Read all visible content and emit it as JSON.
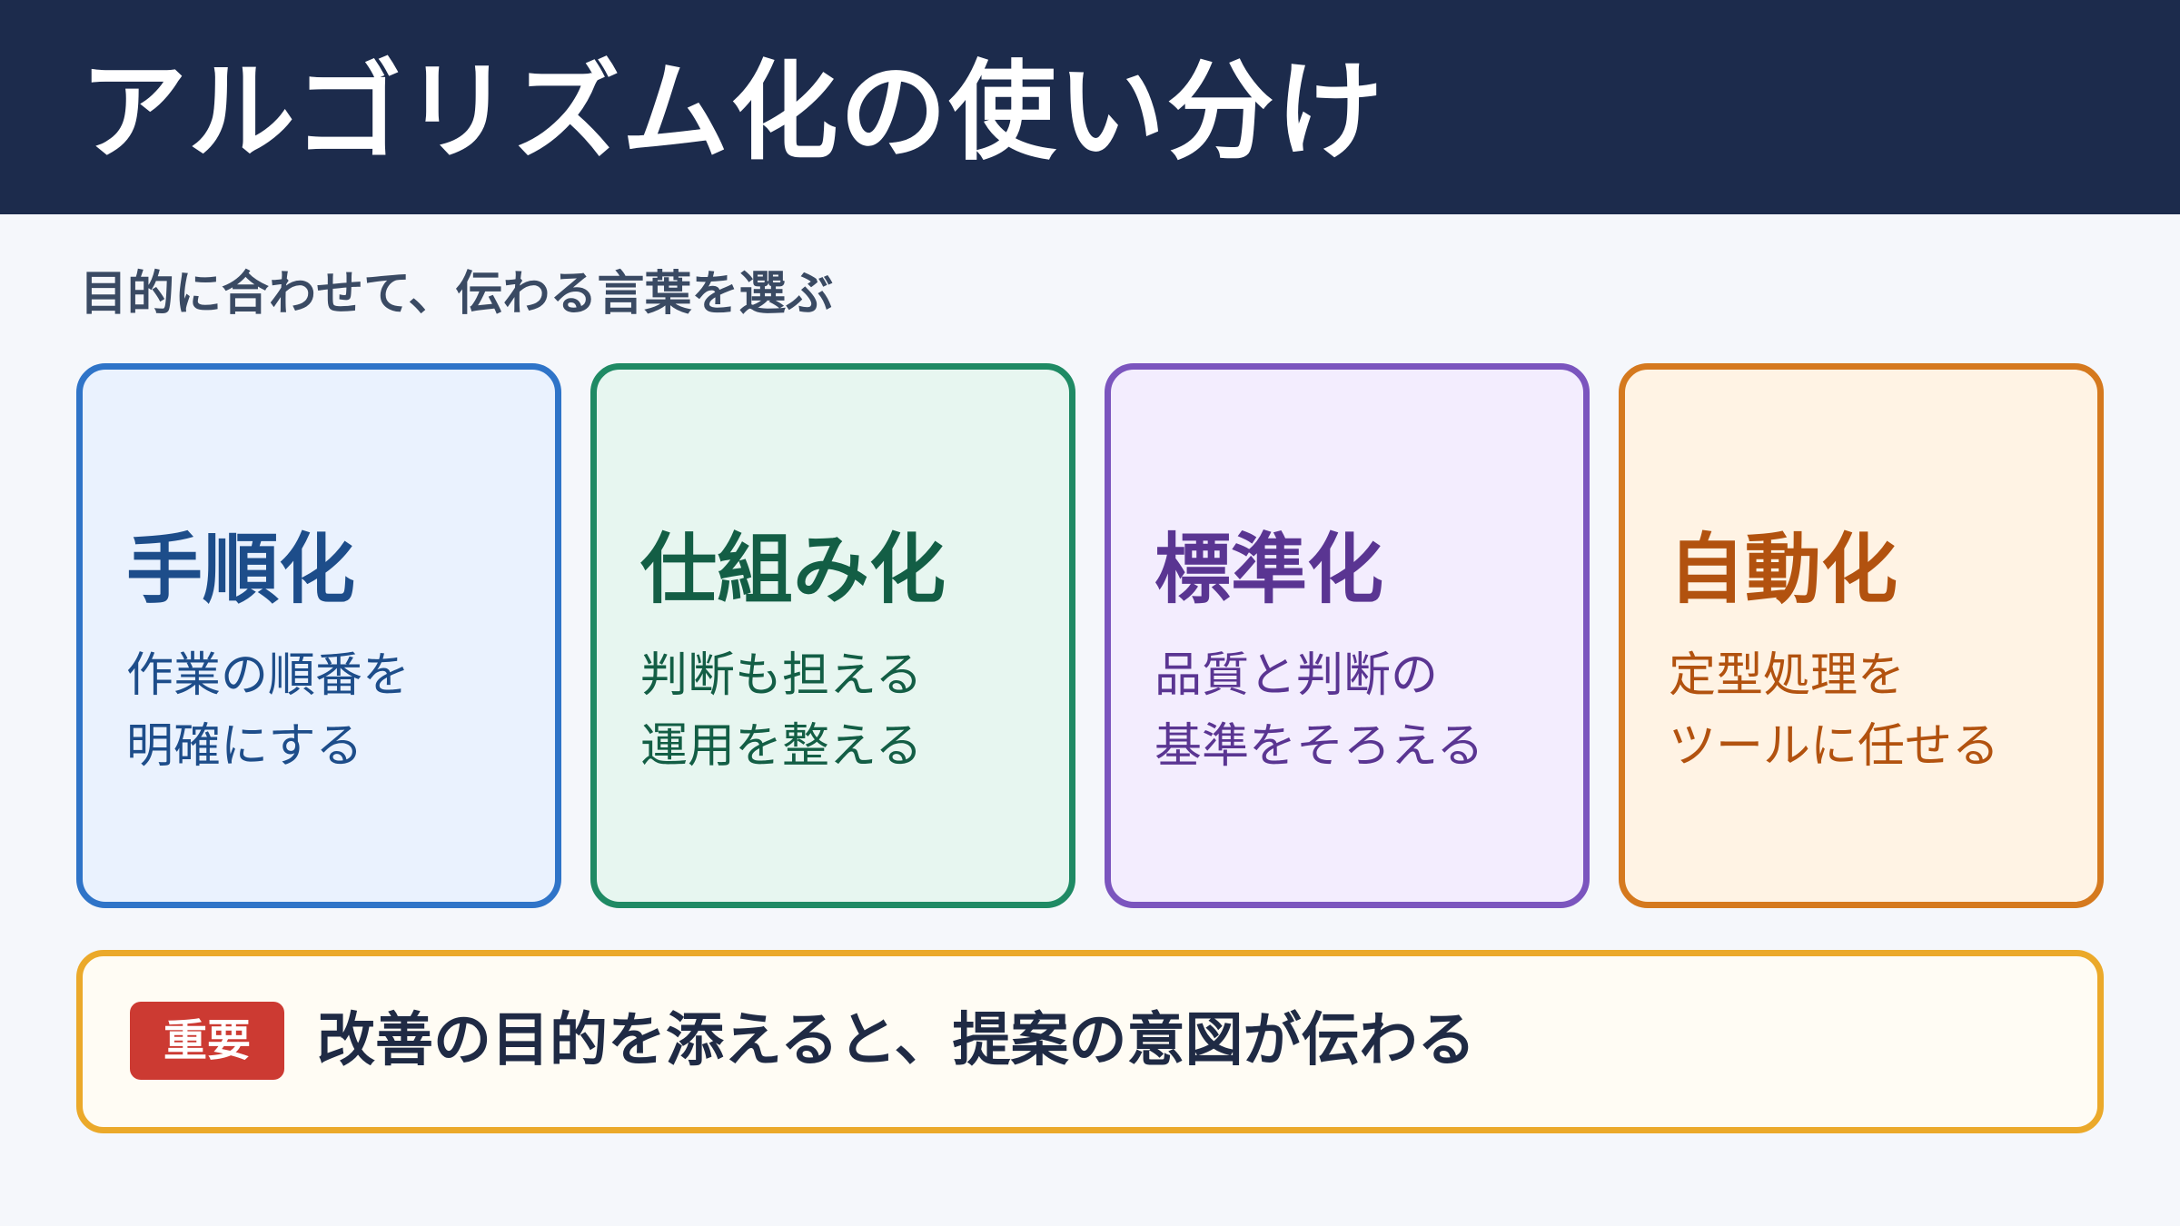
{
  "header": {
    "title": "アルゴリズム化の使い分け"
  },
  "subtitle": "目的に合わせて、伝わる言葉を選ぶ",
  "cards": [
    {
      "title": "手順化",
      "desc_lines": [
        "作業の順番を",
        "明確にする"
      ],
      "border": "#2f74c8",
      "bg": "#eaf2fe",
      "title_color": "#1d4d8a",
      "text_color": "#1d4d8a"
    },
    {
      "title": "仕組み化",
      "desc_lines": [
        "判断も担える",
        "運用を整える"
      ],
      "border": "#1f8a64",
      "bg": "#e7f6f0",
      "title_color": "#135e45",
      "text_color": "#135e45"
    },
    {
      "title": "標準化",
      "desc_lines": [
        "品質と判断の",
        "基準をそろえる"
      ],
      "border": "#7b55be",
      "bg": "#f3edfe",
      "title_color": "#5a3592",
      "text_color": "#5a3592"
    },
    {
      "title": "自動化",
      "desc_lines": [
        "定型処理を",
        "ツールに任せる"
      ],
      "border": "#d5791e",
      "bg": "#fff3e4",
      "title_color": "#b2520f",
      "text_color": "#b2520f"
    }
  ],
  "note": {
    "badge": "重要",
    "text": "改善の目的を添えると、提案の意図が伝わる"
  }
}
